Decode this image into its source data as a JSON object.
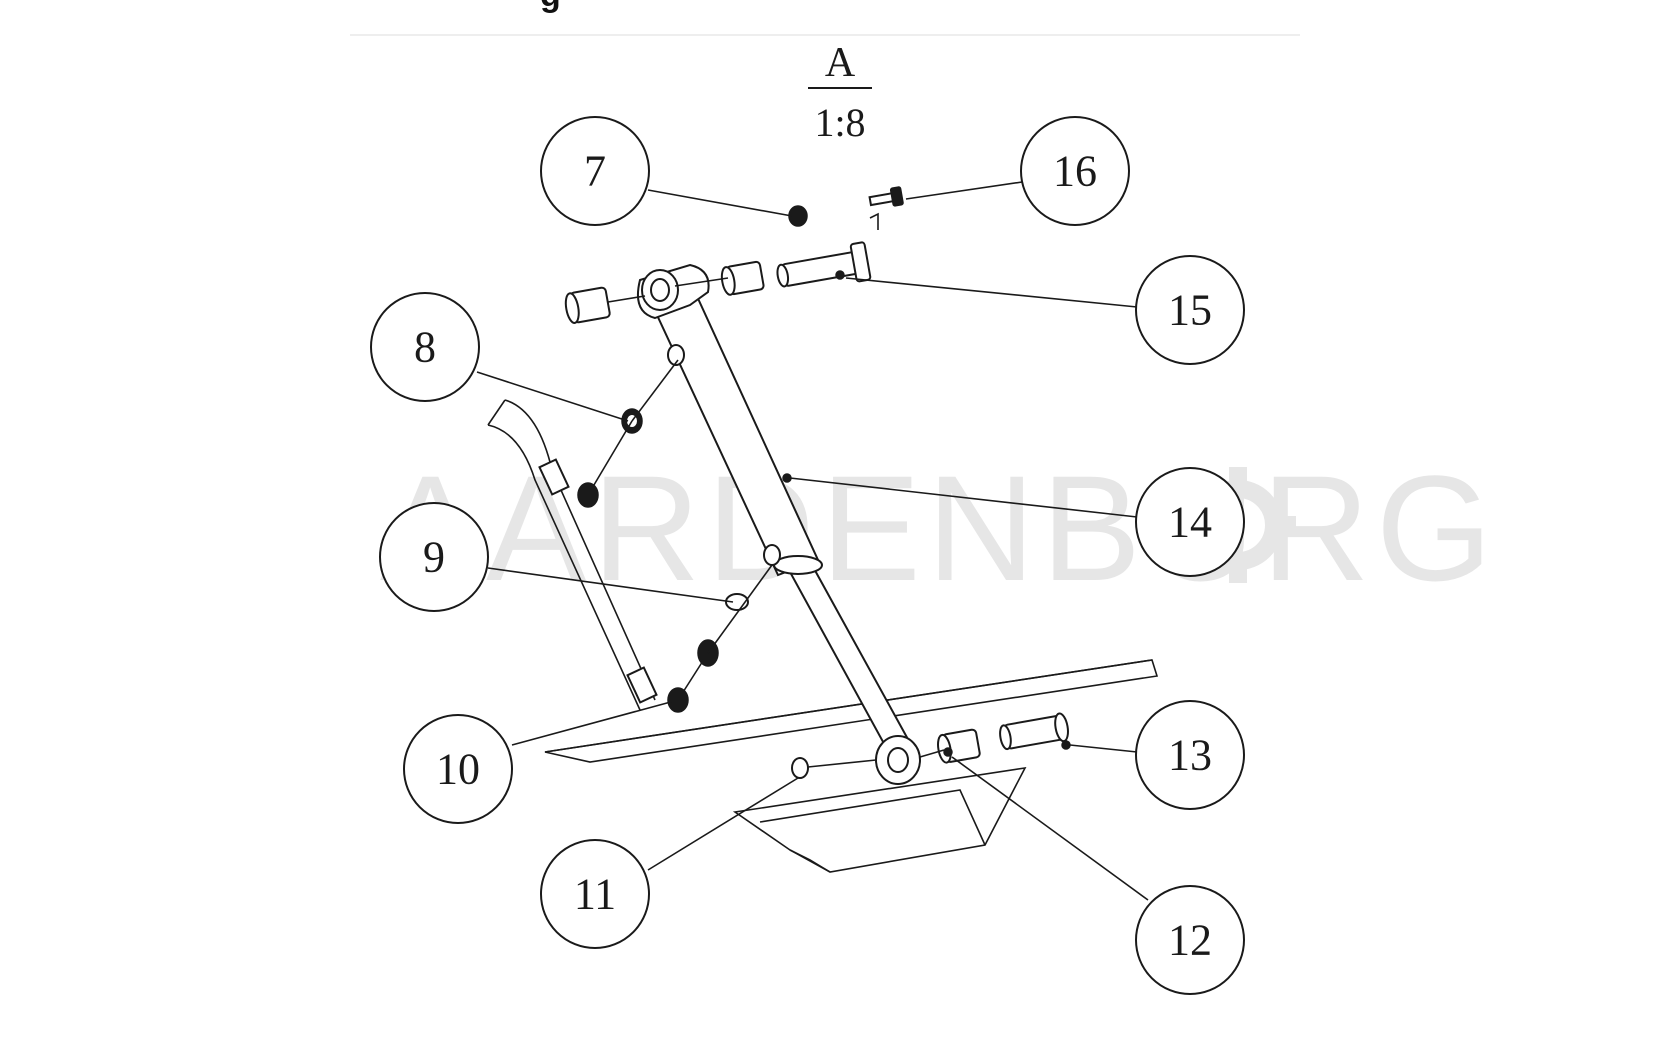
{
  "figure": {
    "heading_fragment": "g",
    "view_label": "A",
    "scale": "1:8",
    "watermark": "AARDENBURG"
  },
  "balloons": [
    {
      "id": "b7",
      "label": "7"
    },
    {
      "id": "b8",
      "label": "8"
    },
    {
      "id": "b9",
      "label": "9"
    },
    {
      "id": "b10",
      "label": "10"
    },
    {
      "id": "b11",
      "label": "11"
    },
    {
      "id": "b12",
      "label": "12"
    },
    {
      "id": "b13",
      "label": "13"
    },
    {
      "id": "b14",
      "label": "14"
    },
    {
      "id": "b15",
      "label": "15"
    },
    {
      "id": "b16",
      "label": "16"
    }
  ]
}
